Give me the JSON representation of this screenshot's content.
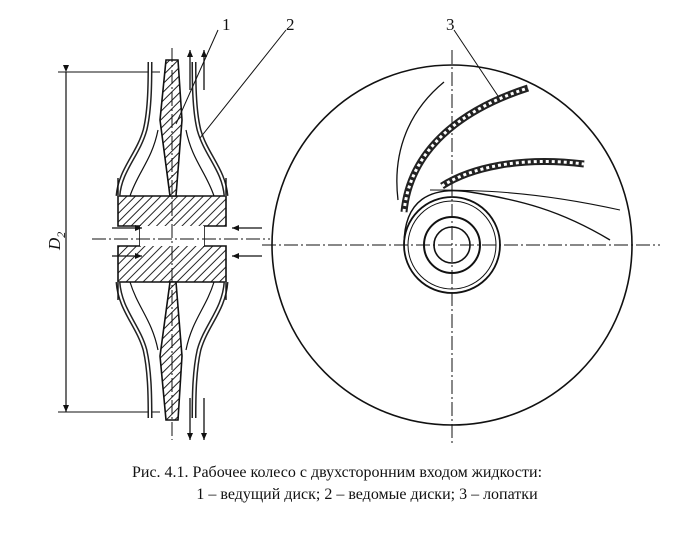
{
  "figure": {
    "callouts": [
      "1",
      "2",
      "3"
    ],
    "dimension_label": "D",
    "dimension_subscript": "2"
  },
  "caption": {
    "line1": "Рис. 4.1. Рабочее колесо с двухсторонним входом жидкости:",
    "line2": "1 – ведущий диск; 2 – ведомые диски; 3 – лопатки"
  }
}
